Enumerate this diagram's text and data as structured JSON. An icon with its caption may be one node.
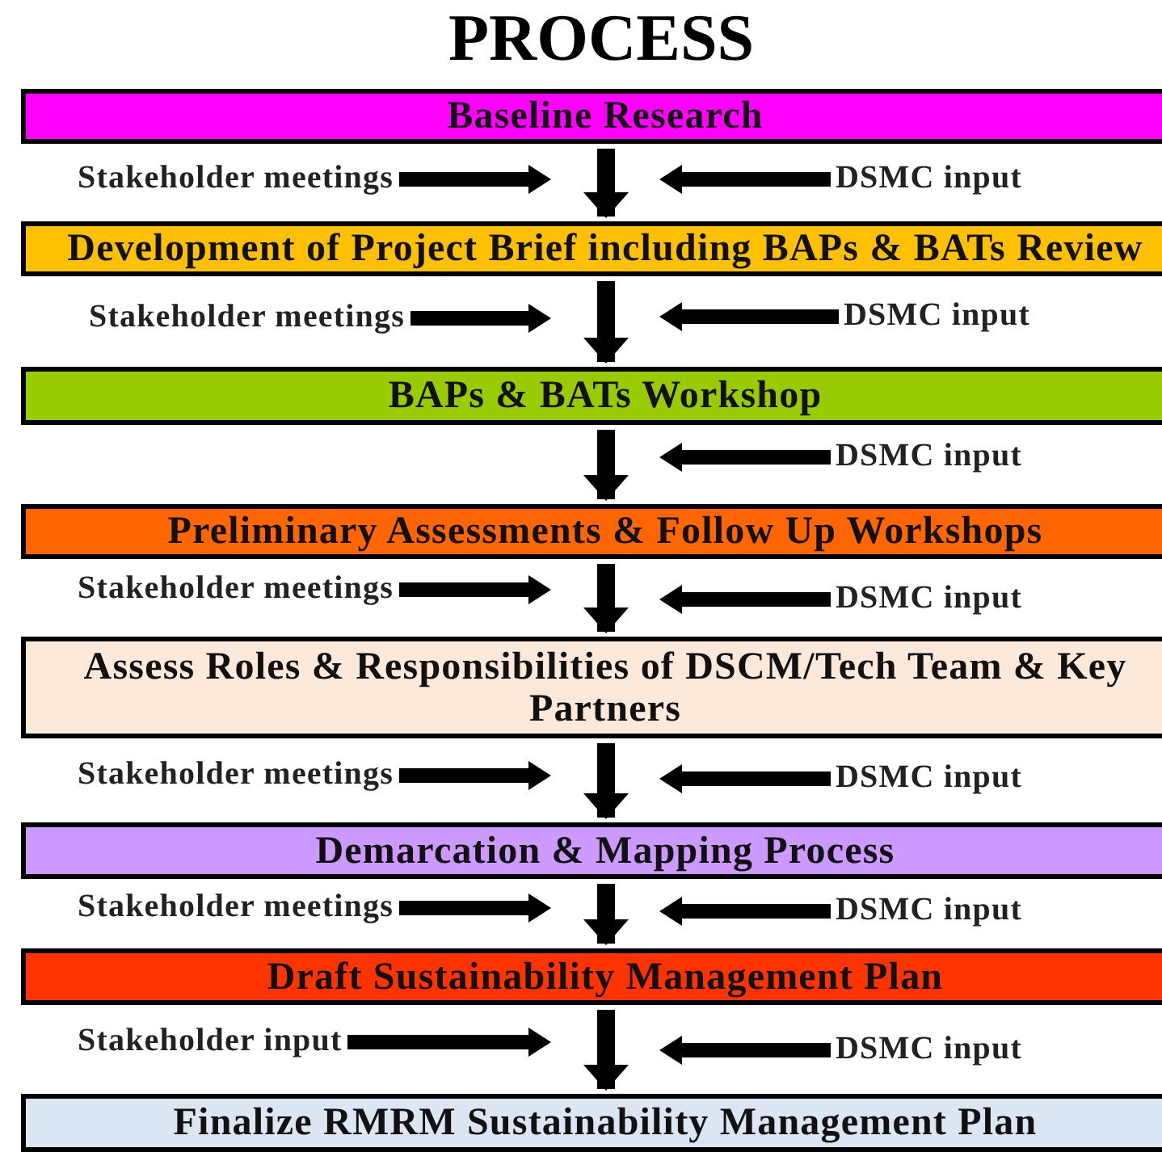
{
  "diagram": {
    "title": "PROCESS",
    "nodes": [
      {
        "text": [
          "Baseline Research"
        ]
      },
      {
        "text": [
          "Stakeholder meetings"
        ]
      },
      {
        "text": [
          "DSMC input"
        ]
      },
      {
        "text": [
          "Development of Project Brief including BAPs & BATs Review"
        ]
      },
      {
        "text": [
          "Stakeholder meetings"
        ]
      },
      {
        "text": [
          "DSMC input"
        ]
      },
      {
        "text": [
          "BAPs & BATs Workshop"
        ]
      },
      {
        "text": [
          "DSMC input"
        ]
      },
      {
        "text": [
          "Preliminary Assessments & Follow Up Workshops"
        ]
      },
      {
        "text": [
          "Stakeholder meetings"
        ]
      },
      {
        "text": [
          "DSMC input"
        ]
      },
      {
        "text": [
          "Assess Roles & Responsibilities of DSCM/Tech Team & Key Partners"
        ]
      },
      {
        "text": [
          "Stakeholder meetings"
        ]
      },
      {
        "text": [
          "DSMC input"
        ]
      },
      {
        "text": [
          "Demarcation & Mapping Process"
        ]
      },
      {
        "text": [
          "Stakeholder meetings"
        ]
      },
      {
        "text": [
          "DSMC input"
        ]
      },
      {
        "text": [
          "Draft Sustainability Management Plan"
        ]
      },
      {
        "text": [
          "Stakeholder input"
        ]
      },
      {
        "text": [
          "DSMC input"
        ]
      },
      {
        "text": [
          "Finalize RMRM Sustainability Management Plan"
        ]
      }
    ],
    "edges": [
      {
        "from": 0,
        "to": 3,
        "arrow": "to"
      },
      {
        "from": 1,
        "to": 3,
        "arrow": "to"
      },
      {
        "from": 2,
        "to": 3,
        "arrow": "to"
      },
      {
        "from": 3,
        "to": 6,
        "arrow": "to"
      },
      {
        "from": 4,
        "to": 6,
        "arrow": "to"
      },
      {
        "from": 5,
        "to": 6,
        "arrow": "to"
      },
      {
        "from": 6,
        "to": 8,
        "arrow": "to"
      },
      {
        "from": 7,
        "to": 8,
        "arrow": "to"
      },
      {
        "from": 8,
        "to": 11,
        "arrow": "to"
      },
      {
        "from": 9,
        "to": 11,
        "arrow": "to"
      },
      {
        "from": 10,
        "to": 11,
        "arrow": "to"
      },
      {
        "from": 11,
        "to": 14,
        "arrow": "to"
      },
      {
        "from": 12,
        "to": 14,
        "arrow": "to"
      },
      {
        "from": 13,
        "to": 14,
        "arrow": "to"
      },
      {
        "from": 14,
        "to": 17,
        "arrow": "to"
      },
      {
        "from": 15,
        "to": 17,
        "arrow": "to"
      },
      {
        "from": 16,
        "to": 17,
        "arrow": "to"
      },
      {
        "from": 17,
        "to": 20,
        "arrow": "to"
      },
      {
        "from": 18,
        "to": 20,
        "arrow": "to"
      },
      {
        "from": 19,
        "to": 20,
        "arrow": "to"
      }
    ]
  }
}
